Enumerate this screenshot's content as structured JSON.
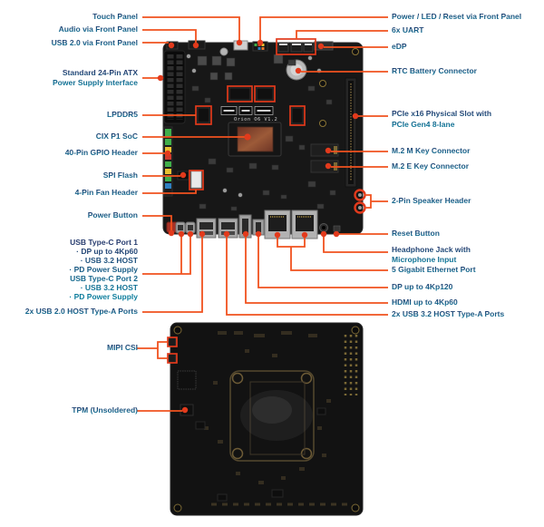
{
  "board": {
    "silkscreen": "Orion O6 V1.2"
  },
  "labels": {
    "left": [
      {
        "lines": [
          "Touch Panel"
        ]
      },
      {
        "lines": [
          "Audio via Front Panel"
        ]
      },
      {
        "lines": [
          "USB 2.0 via Front Panel"
        ]
      },
      {
        "lines": [
          "Standard 24-Pin ATX",
          "Power Supply Interface"
        ]
      },
      {
        "lines": [
          "LPDDR5"
        ]
      },
      {
        "lines": [
          "CIX P1 SoC"
        ]
      },
      {
        "lines": [
          "40-Pin GPIO Header"
        ]
      },
      {
        "lines": [
          "SPI Flash"
        ]
      },
      {
        "lines": [
          "4-Pin Fan Header"
        ]
      },
      {
        "lines": [
          "Power Button"
        ]
      },
      {
        "lines": [
          "USB Type-C Port 1",
          "· DP up to 4Kp60",
          "· USB 3.2 HOST",
          "· PD Power Supply",
          "USB Type-C Port 2",
          "· USB 3.2 HOST",
          "· PD Power Supply"
        ]
      },
      {
        "lines": [
          "2x USB 2.0 HOST Type-A Ports"
        ]
      },
      {
        "lines": [
          "MIPI CSI"
        ]
      },
      {
        "lines": [
          "TPM (Unsoldered)"
        ]
      }
    ],
    "right": [
      {
        "lines": [
          "Power / LED / Reset via Front Panel"
        ]
      },
      {
        "lines": [
          "6x UART"
        ]
      },
      {
        "lines": [
          "eDP"
        ]
      },
      {
        "lines": [
          "RTC Battery Connector"
        ]
      },
      {
        "lines": [
          "PCIe x16 Physical Slot with",
          "PCIe Gen4 8-lane"
        ]
      },
      {
        "lines": [
          "M.2 M Key Connector"
        ]
      },
      {
        "lines": [
          "M.2 E Key Connector"
        ]
      },
      {
        "lines": [
          "2-Pin Speaker Header"
        ]
      },
      {
        "lines": [
          "Reset Button"
        ]
      },
      {
        "lines": [
          "Headphone Jack with",
          "Microphone Input"
        ]
      },
      {
        "lines": [
          "5 Gigabit Ethernet Port"
        ]
      },
      {
        "lines": [
          "DP up to 4Kp120"
        ]
      },
      {
        "lines": [
          "HDMI up to 4Kp60"
        ]
      },
      {
        "lines": [
          "2x USB 3.2 HOST Type-A Ports"
        ]
      }
    ]
  },
  "colors": {
    "callout_orange": "#f1521f",
    "highlight_red": "#e23a1c",
    "label_navy": "#253a6d",
    "label_teal": "#0a7c9c",
    "pcb_black": "#171717"
  }
}
